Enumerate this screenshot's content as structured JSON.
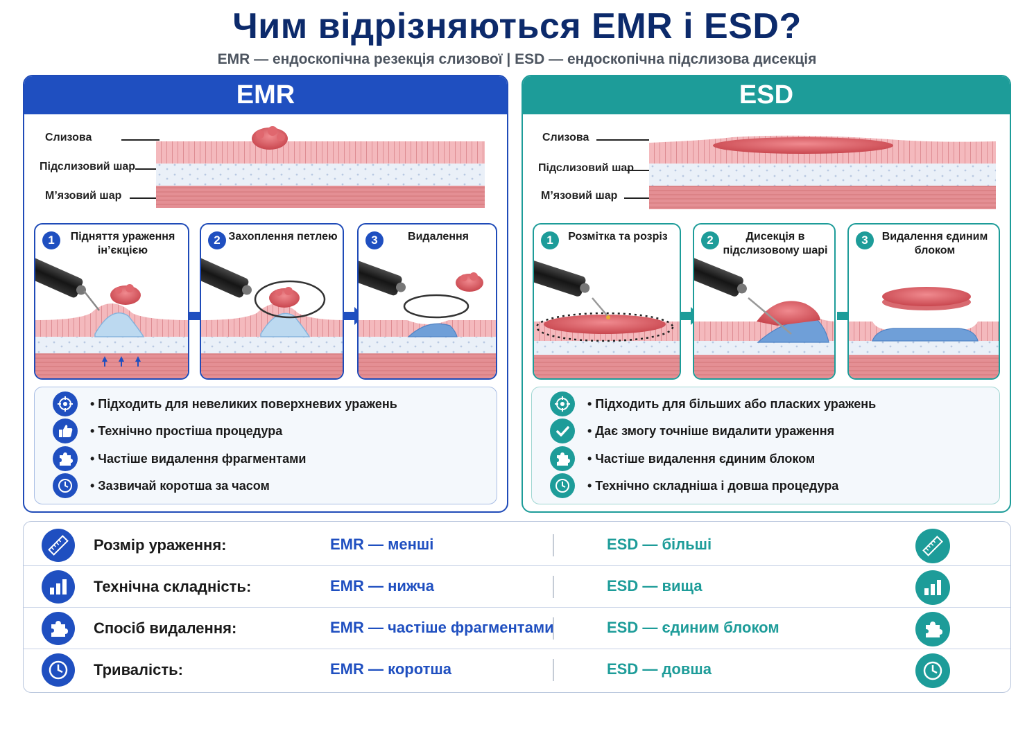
{
  "title": "Чим відрізняються EMR і ESD?",
  "subtitle": "EMR — ендоскопічна резекція слизової  |  ESD — ендоскопічна підслизова дисекція",
  "emr": {
    "header": "EMR",
    "layers": [
      "Слизова",
      "Підслизовий шар",
      "М’язовий шар"
    ],
    "steps": [
      {
        "num": "1",
        "title": "Підняття ураження ін’єкцією"
      },
      {
        "num": "2",
        "title": "Захоплення петлею"
      },
      {
        "num": "3",
        "title": "Видалення"
      }
    ],
    "bullets": [
      {
        "icon": "target-icon",
        "text": "•  Підходить для невеликих поверхневих уражень"
      },
      {
        "icon": "thumbs-up-icon",
        "text": "•  Технічно простіша процедура"
      },
      {
        "icon": "puzzle-icon",
        "text": "•  Частіше видалення фрагментами"
      },
      {
        "icon": "clock-icon",
        "text": "•  Зазвичай коротша за часом"
      }
    ]
  },
  "esd": {
    "header": "ESD",
    "layers": [
      "Слизова",
      "Підслизовий шар",
      "М’язовий шар"
    ],
    "steps": [
      {
        "num": "1",
        "title": "Розмітка та розріз"
      },
      {
        "num": "2",
        "title": "Дисекція в підслизовому шарі"
      },
      {
        "num": "3",
        "title": "Видалення єдиним блоком"
      }
    ],
    "bullets": [
      {
        "icon": "target-icon",
        "text": "•  Підходить для більших або пласких уражень"
      },
      {
        "icon": "check-icon",
        "text": "•  Дає змогу точніше видалити ураження"
      },
      {
        "icon": "puzzle-icon",
        "text": "•  Частіше видалення єдиним блоком"
      },
      {
        "icon": "clock-icon",
        "text": "•  Технічно складніша і довша процедура"
      }
    ]
  },
  "comparison": [
    {
      "icon": "ruler-icon",
      "label": "Розмір ураження:",
      "emr": "EMR  —  менші",
      "esd": "ESD  —  більші"
    },
    {
      "icon": "bar-chart-icon",
      "label": "Технічна складність:",
      "emr": "EMR  —  нижча",
      "esd": "ESD  —  вища"
    },
    {
      "icon": "puzzle-icon",
      "label": "Спосіб видалення:",
      "emr": "EMR  —  частіше фрагментами",
      "esd": "ESD  —  єдиним блоком"
    },
    {
      "icon": "clock-icon",
      "label": "Тривалість:",
      "emr": "EMR  —  коротша",
      "esd": "ESD  —  довша"
    }
  ],
  "colors": {
    "emr_blue": "#1f4fc0",
    "esd_teal": "#1d9c99",
    "title_navy": "#0c2a6b",
    "mucosa": "#f3b3b8",
    "lesion": "#d9565f",
    "muscle": "#e08a8f",
    "submucosa": "#e9eff8"
  }
}
